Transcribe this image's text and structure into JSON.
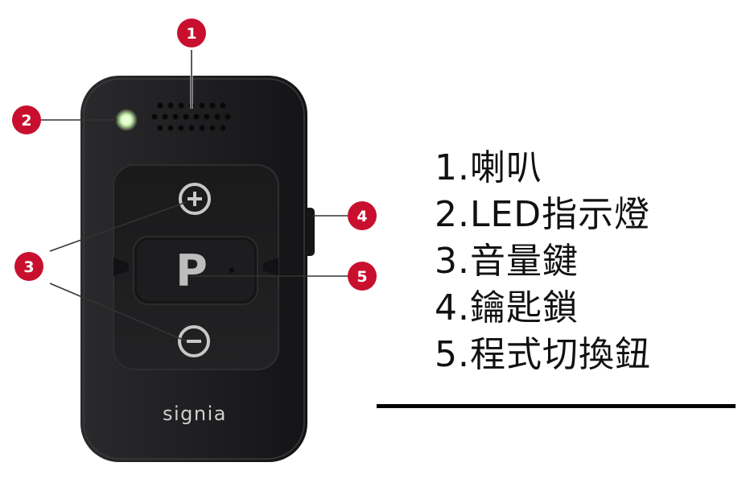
{
  "device": {
    "program_button_letter": "P",
    "brand_logo": "signia",
    "volume_up_symbol": "+",
    "volume_down_symbol": "−"
  },
  "callouts": [
    {
      "number": "1"
    },
    {
      "number": "2"
    },
    {
      "number": "3"
    },
    {
      "number": "4"
    },
    {
      "number": "5"
    }
  ],
  "legend": [
    {
      "number": "1.",
      "label": "喇叭"
    },
    {
      "number": "2.",
      "label": "LED指示燈"
    },
    {
      "number": "3.",
      "label": "音量鍵"
    },
    {
      "number": "4.",
      "label": "鑰匙鎖"
    },
    {
      "number": "5.",
      "label": "程式切換鈕"
    }
  ],
  "colors": {
    "callout_red": "#c8102e",
    "device_body": "#1c1c1e",
    "led_green": "#c9f2a8"
  }
}
